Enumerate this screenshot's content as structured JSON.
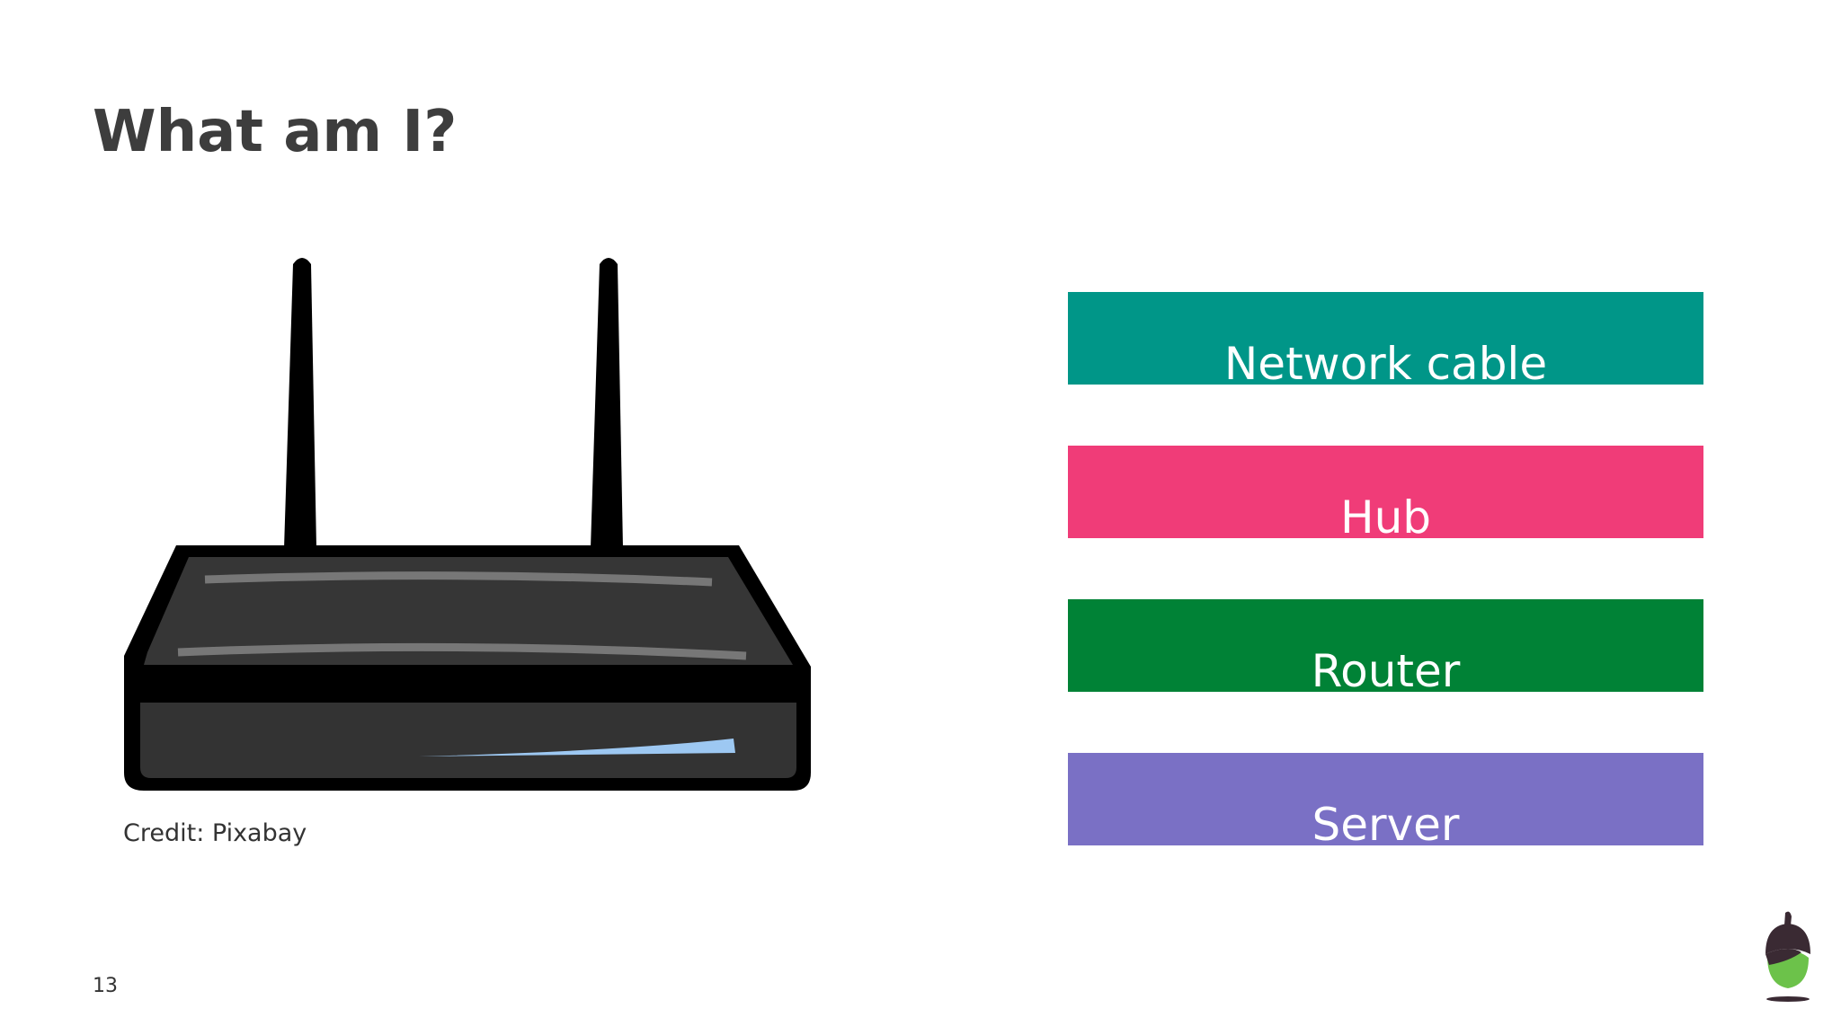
{
  "slide": {
    "title": "What am I?",
    "credit": "Credit:  Pixabay",
    "page_number": "13"
  },
  "options": [
    {
      "label": "Network cable",
      "color": "#009688"
    },
    {
      "label": "Hub",
      "color": "#f03c78"
    },
    {
      "label": "Router",
      "color": "#008236"
    },
    {
      "label": "Server",
      "color": "#7a70c5"
    }
  ],
  "illustration": {
    "icon": "wireless-router-icon"
  },
  "logo": {
    "icon": "acorn-logo-icon"
  }
}
